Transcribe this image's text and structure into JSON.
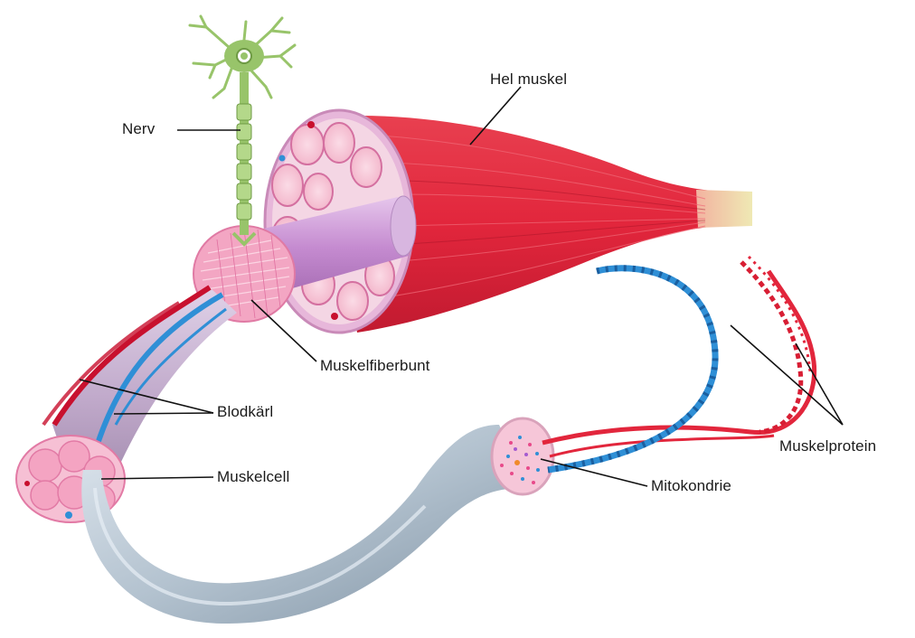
{
  "labels": {
    "nerve": "Nerv",
    "whole_muscle": "Hel muskel",
    "fiber_bundle": "Muskelfiberbunt",
    "blood_vessel": "Blodkärl",
    "muscle_cell": "Muskelcell",
    "mitochondrion": "Mitokondrie",
    "muscle_protein": "Muskelprotein"
  },
  "colors": {
    "muscle_red": "#e2263c",
    "muscle_dark": "#b81a2f",
    "tendon": "#efe9b4",
    "fascicle_pink": "#ef9ab8",
    "fascicle_light": "#f7c8d8",
    "sheath_lilac": "#cc9ad6",
    "nerve_green": "#98c46a",
    "vessel_blue": "#2f8fd6",
    "myofibril_gray": "#a9b8c6"
  }
}
